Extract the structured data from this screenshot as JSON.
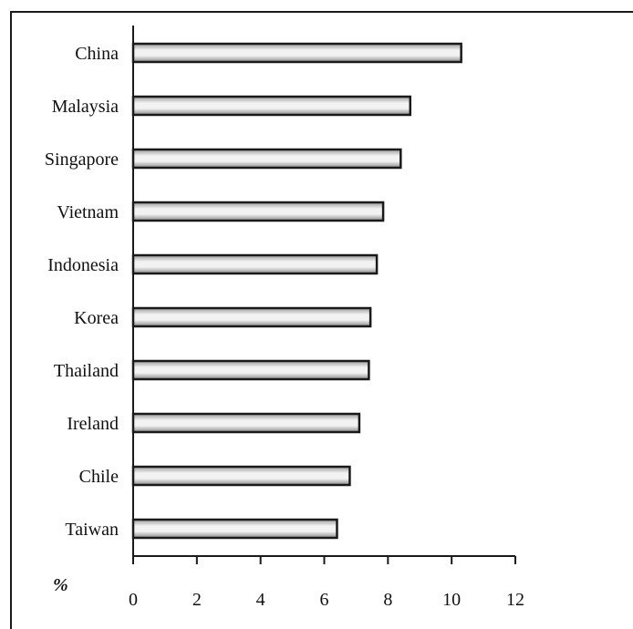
{
  "chart_data": {
    "type": "bar",
    "orientation": "horizontal",
    "categories": [
      "China",
      "Malaysia",
      "Singapore",
      "Vietnam",
      "Indonesia",
      "Korea",
      "Thailand",
      "Ireland",
      "Chile",
      "Taiwan"
    ],
    "values": [
      10.3,
      8.7,
      8.4,
      7.85,
      7.65,
      7.45,
      7.4,
      7.1,
      6.8,
      6.4
    ],
    "title": "",
    "xlabel": "%",
    "ylabel": "",
    "xlim": [
      0,
      12
    ],
    "xticks": [
      "0",
      "2",
      "4",
      "6",
      "8",
      "10",
      "12"
    ],
    "grid": false,
    "legend": "none",
    "colors": {
      "bar_fill_light": "#f2f2f2",
      "bar_fill_mid": "#b8b8b8",
      "bar_edge": "#1a1a1a",
      "axis": "#1a1a1a",
      "text": "#111111"
    }
  }
}
